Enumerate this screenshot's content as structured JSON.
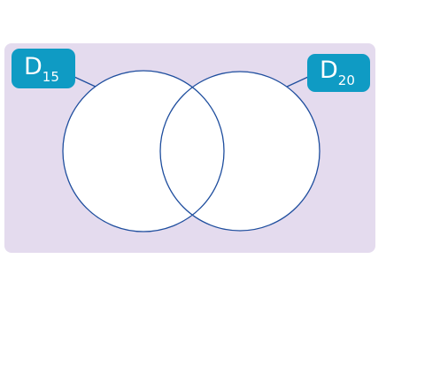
{
  "venn": {
    "set_a": {
      "letter": "D",
      "subscript": "15"
    },
    "set_b": {
      "letter": "D",
      "subscript": "20"
    }
  },
  "colors": {
    "panel": "#e4dbee",
    "circle_stroke": "#1f4e9e",
    "circle_fill": "#ffffff",
    "label_bg": "#0f9bc4",
    "label_text": "#ffffff"
  }
}
